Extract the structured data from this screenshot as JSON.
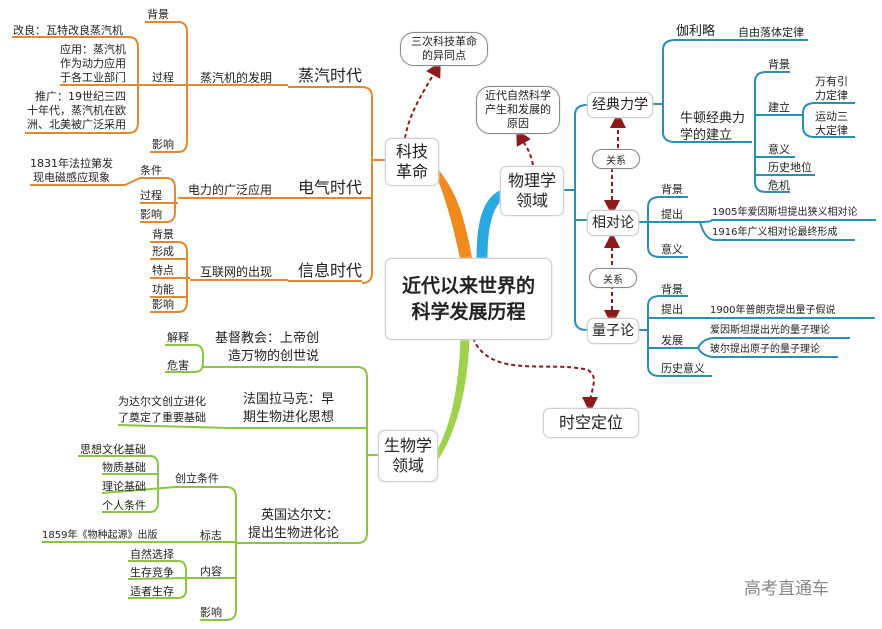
{
  "center": {
    "title_line1": "近代以来世界的",
    "title_line2": "科学发展历程"
  },
  "colors": {
    "tech": "#e8892b",
    "physics": "#2a8fb5",
    "biology": "#8cc63e",
    "arrow": "#8b1a1a"
  },
  "tech": {
    "label_line1": "科技",
    "label_line2": "革命",
    "note": "三次科技革命的异同点",
    "steam": {
      "era": "蒸汽时代",
      "topic": "蒸汽机的发明",
      "bg": "背景",
      "process": "过程",
      "impact": "影响",
      "improve": "改良：瓦特改良蒸汽机",
      "apply": [
        "应用：蒸汽机",
        "作为动力应用",
        "于各工业部门"
      ],
      "spread": [
        "推广：19世纪三四",
        "十年代，蒸汽机在欧",
        "洲、北美被广泛采用"
      ]
    },
    "electric": {
      "era": "电气时代",
      "topic": "电力的广泛应用",
      "cond": "条件",
      "process": "过程",
      "impact": "影响",
      "faraday": [
        "1831年法拉第发",
        "现电磁感应现象"
      ]
    },
    "info": {
      "era": "信息时代",
      "topic": "互联网的出现",
      "items": [
        "背景",
        "形成",
        "特点",
        "功能",
        "影响"
      ]
    }
  },
  "physics": {
    "label_line1": "物理学",
    "label_line2": "领域",
    "note": "近代自然科学产生和发展的原因",
    "relation": "关系",
    "classical": {
      "label": "经典力学",
      "galileo": "伽利略",
      "freefall": "自由落体定律",
      "newton": [
        "牛顿经典力",
        "学的建立"
      ],
      "bg": "背景",
      "build": "建立",
      "gravity": [
        "万有引",
        "力定律"
      ],
      "motion": [
        "运动三",
        "大定律"
      ],
      "meaning": "意义",
      "status": "历史地位",
      "crisis": "危机"
    },
    "relativity": {
      "label": "相对论",
      "bg": "背景",
      "propose": "提出",
      "meaning": "意义",
      "y1905": "1905年爱因斯坦提出狭义相对论",
      "y1916": "1916年广义相对论最终形成"
    },
    "quantum": {
      "label": "量子论",
      "bg": "背景",
      "propose": "提出",
      "develop": "发展",
      "significance": "历史意义",
      "y1900": "1900年普朗克提出量子假说",
      "einstein": "爱因斯坦提出光的量子理论",
      "bohr": "玻尔提出原子的量子理论"
    }
  },
  "spacetime": "时空定位",
  "biology": {
    "label_line1": "生物学",
    "label_line2": "领域",
    "church": {
      "text": [
        "基督教会：上帝创",
        "造万物的创世说"
      ],
      "explain": "解释",
      "harm": "危害"
    },
    "lamarck": {
      "text": [
        "法国拉马克：早",
        "期生物进化思想"
      ],
      "effect": [
        "为达尔文创立进化",
        "了奠定了重要基础"
      ]
    },
    "darwin": {
      "text": [
        "英国达尔文：",
        "提出生物进化论"
      ],
      "cond": "创立条件",
      "cond_items": [
        "思想文化基础",
        "物质基础",
        "理论基础",
        "个人条件"
      ],
      "mark": "标志",
      "book": "1859年《物种起源》出版",
      "content": "内容",
      "content_items": [
        "自然选择",
        "生存竞争",
        "适者生存"
      ],
      "impact": "影响"
    }
  },
  "watermark": "高考直通车"
}
